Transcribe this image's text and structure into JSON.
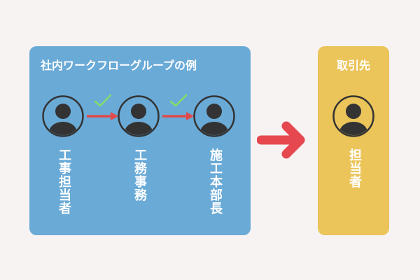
{
  "colors": {
    "background": "#f7f3f3",
    "internal_panel": "#6aaad7",
    "external_panel": "#ebc45a",
    "avatar": "#333333",
    "connector": "#e14a4a",
    "check": "#86dc6a",
    "flow_arrow": "#e5494f"
  },
  "internal_group": {
    "title": "社内ワークフローグループの例",
    "members": [
      {
        "role": "工事担当者",
        "icon": "person-avatar-icon"
      },
      {
        "role": "工務事務",
        "icon": "person-avatar-icon"
      },
      {
        "role": "施工本部長",
        "icon": "person-avatar-icon"
      }
    ],
    "connectors": [
      {
        "icon": "checkmark-icon",
        "arrow": "red-right-arrow"
      },
      {
        "icon": "checkmark-icon",
        "arrow": "red-right-arrow"
      }
    ]
  },
  "flow_arrow": {
    "icon": "large-right-arrow-icon"
  },
  "external_group": {
    "title": "取引先",
    "members": [
      {
        "role": "担当者",
        "icon": "person-avatar-icon"
      }
    ]
  }
}
